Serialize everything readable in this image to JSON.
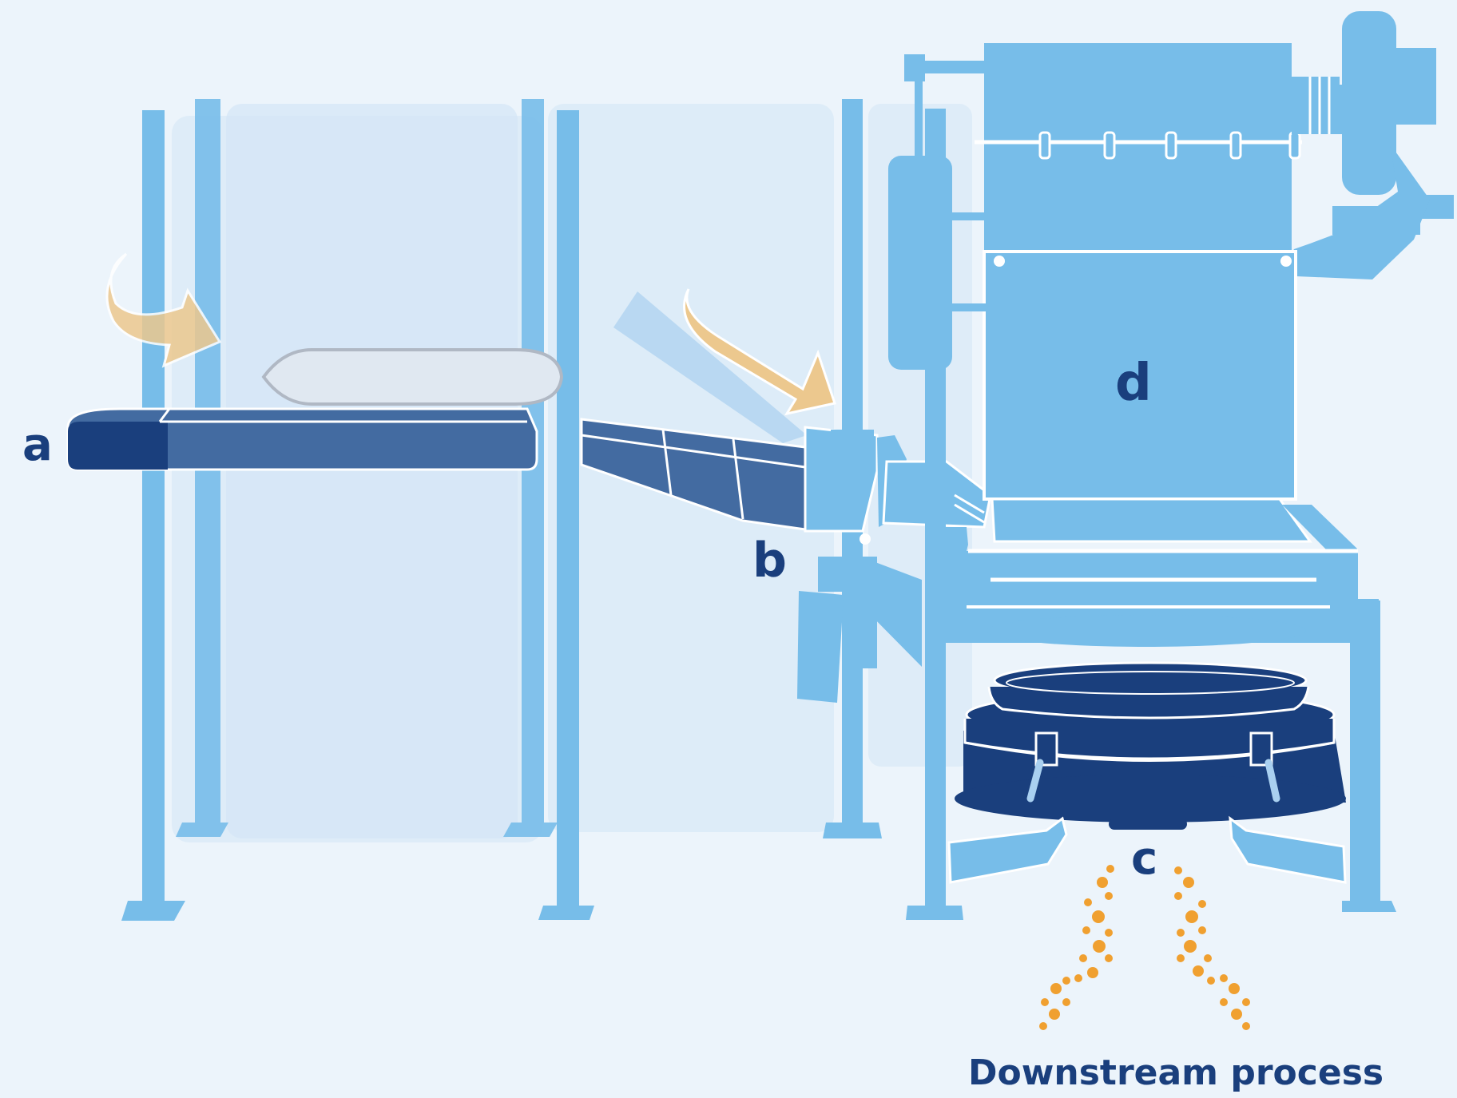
{
  "labels": {
    "a": "a",
    "b": "b",
    "c": "c",
    "d": "d"
  },
  "caption": "Downstream process",
  "colors": {
    "background": "#ecf4fb",
    "frame": "#77bde9",
    "panel": "#d4e6f6",
    "dark_blue": "#1a3f7d",
    "mid_blue": "#436ba1",
    "arrow": "#ecc88e",
    "particles": "#f0a030"
  }
}
